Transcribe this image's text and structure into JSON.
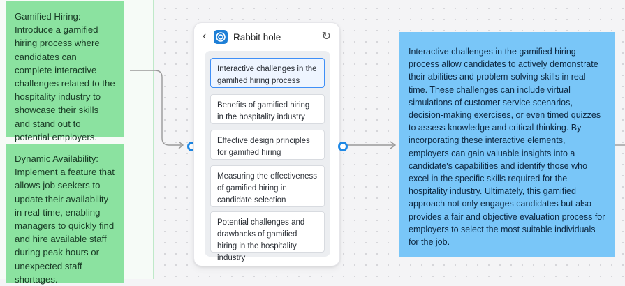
{
  "left_notes": [
    {
      "text": "Gamified Hiring: Introduce a gamified hiring process where candidates can complete interactive challenges related to the hospitality industry to showcase their skills and stand out to potential employers."
    },
    {
      "text": "Dynamic Availability: Implement a feature that allows job seekers to update their availability in real-time, enabling managers to quickly find and hire available staff during peak hours or unexpected staff shortages."
    }
  ],
  "rabbit_hole": {
    "title": "Rabbit hole",
    "back_icon": "‹",
    "refresh_icon": "↻",
    "suggestions": [
      {
        "text": "Interactive challenges in the gamified hiring process",
        "selected": true
      },
      {
        "text": "Benefits of gamified hiring in the hospitality industry",
        "selected": false
      },
      {
        "text": "Effective design principles for gamified hiring",
        "selected": false
      },
      {
        "text": "Measuring the effectiveness of gamified hiring in candidate selection",
        "selected": false
      },
      {
        "text": "Potential challenges and drawbacks of gamified hiring in the hospitality industry",
        "selected": false
      }
    ]
  },
  "detail_note": {
    "text": "Interactive challenges in the gamified hiring process allow candidates to actively demonstrate their abilities and problem-solving skills in real-time. These challenges can include virtual simulations of customer service scenarios, decision-making exercises, or even timed quizzes to assess knowledge and critical thinking. By incorporating these interactive elements, employers can gain valuable insights into a candidate's capabilities and identify those who excel in the specific skills required for the hospitality industry. Ultimately, this gamified approach not only engages candidates but also provides a fair and objective evaluation process for employers to select the most suitable individuals for the job."
  },
  "colors": {
    "green_note": "#8be2a0",
    "blue_note": "#79c6f8",
    "accent": "#1e88e5"
  }
}
